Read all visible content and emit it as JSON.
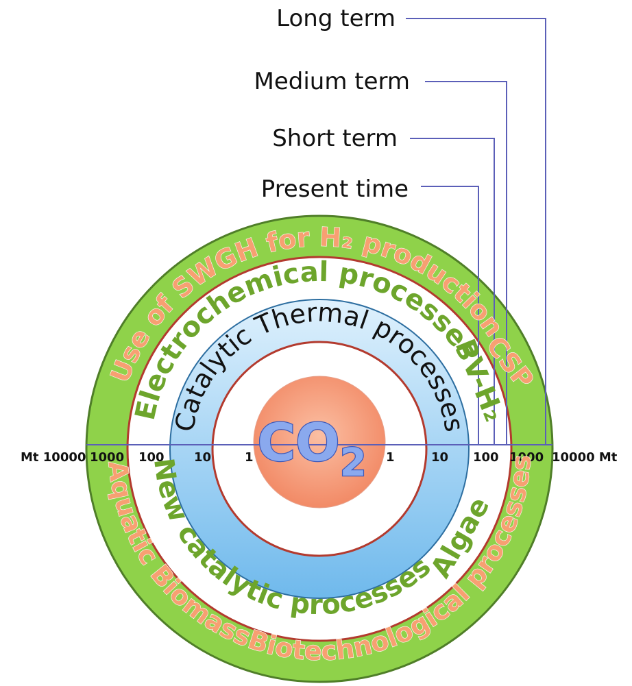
{
  "diagram": {
    "center_label": "CO",
    "center_subscript": "2",
    "terms": [
      "Long term",
      "Medium term",
      "Short term",
      "Present time"
    ],
    "axis_left": [
      "Mt 10000",
      "1000",
      "100",
      "10",
      "1"
    ],
    "axis_right": [
      "1",
      "10",
      "100",
      "1000",
      "10000 Mt"
    ],
    "rings": {
      "outer_top": "Use of SWGH for H₂ production",
      "outer_top_right": "CSP",
      "outer_bottom_left": "Aquatic Biomass",
      "outer_bottom_right": "Biotechnological processes",
      "electro_top": "Electrochemical processes",
      "electro_top_right": "PV-H₂",
      "electro_bottom": "New catalytic processes",
      "electro_bottom_right": "Algae",
      "thermal_top": "Catalytic Thermal processes"
    },
    "colors": {
      "outer_ring": "#8fd24a",
      "ring_border": "#b33a2e",
      "blue_ring_top": "#cde8fb",
      "blue_ring_bottom": "#7ec2ee",
      "center_circle": "#f7a27e",
      "connector_lines": "#5b5fb8",
      "green_text": "#6da52c",
      "orange_text": "#f7a072"
    }
  }
}
